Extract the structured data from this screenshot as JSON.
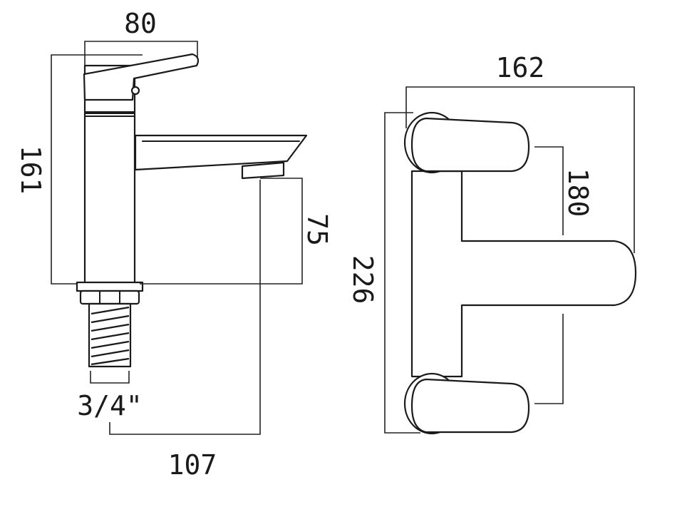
{
  "diagram": {
    "side_view": {
      "width_label": "80",
      "height_label": "161",
      "spout_height_label": "75",
      "thread_label": "3/4\"",
      "reach_label": "107"
    },
    "plan_view": {
      "width_label": "162",
      "depth_label": "226",
      "centres_label": "180"
    },
    "colors": {
      "line": "#1a1a1a",
      "background": "#ffffff"
    }
  }
}
